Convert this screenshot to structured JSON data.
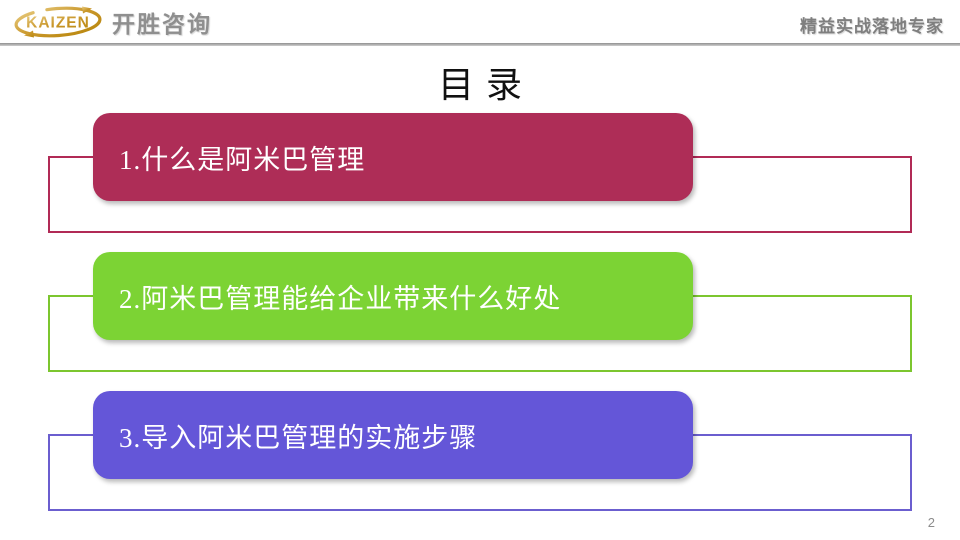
{
  "header": {
    "logo_text": "KAIZEN",
    "company_name": "开胜咨询",
    "slogan": "精益实战落地专家"
  },
  "title": "目录",
  "toc": {
    "items": [
      {
        "label": "1.什么是阿米巴管理",
        "fill_color": "#AE2D57",
        "outline_color": "#B12A56"
      },
      {
        "label": "2.阿米巴管理能给企业带来什么好处",
        "fill_color": "#7CD334",
        "outline_color": "#7CC62F"
      },
      {
        "label": "3.导入阿米巴管理的实施步骤",
        "fill_color": "#6456D8",
        "outline_color": "#6B5ECF"
      }
    ]
  },
  "page_number": "2",
  "colors": {
    "gold_logo": "#C9972B",
    "header_text_gray": "#7f7f7f",
    "title_black": "#111111"
  }
}
